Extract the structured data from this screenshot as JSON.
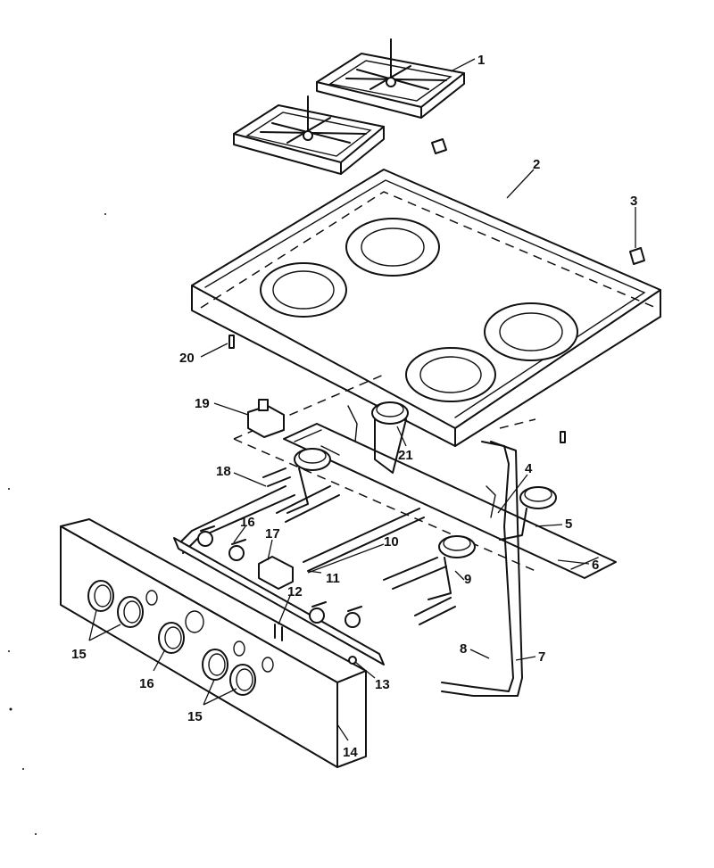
{
  "callouts": {
    "c1": "1",
    "c2": "2",
    "c3": "3",
    "c4": "4",
    "c5": "5",
    "c6": "6",
    "c7": "7",
    "c8": "8",
    "c9": "9",
    "c10": "10",
    "c11": "11",
    "c12": "12",
    "c13": "13",
    "c14": "14",
    "c15a": "15",
    "c15b": "15",
    "c16a": "16",
    "c16b": "16",
    "c17": "17",
    "c18": "18",
    "c19": "19",
    "c20": "20",
    "c21": "21"
  }
}
